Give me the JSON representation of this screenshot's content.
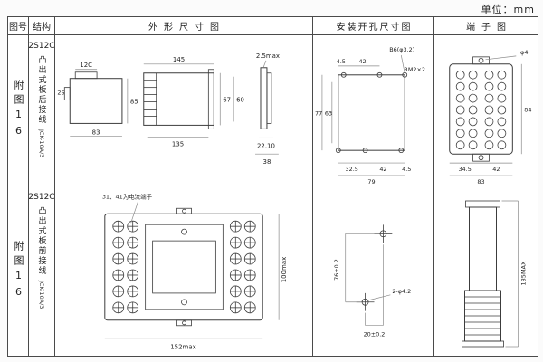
{
  "unit_label": "单位：mm",
  "headers": {
    "figure": "图号",
    "structure": "结构",
    "outline": "外形尺寸图",
    "install": "安装开孔尺寸图",
    "terminal": "端子图"
  },
  "rows": [
    {
      "figure": "附图16",
      "structure": {
        "model": "2S12C",
        "mount": "凸出式板后接线",
        "type": "JCK-10A/3"
      },
      "outline": {
        "front_top": "12C",
        "front_left": "2S",
        "front_right": "85",
        "front_bottom": "83",
        "side_top": "145",
        "side_bottom": "135",
        "side_h1": "67",
        "side_h2": "60",
        "profile_top": "2.5max",
        "profile_d1": "22.10",
        "profile_d2": "38"
      },
      "install": {
        "top1": "4.5",
        "top2": "42",
        "hole": "B6(φ3.2)",
        "thread": "RM2×2",
        "left1": "77",
        "left2": "63",
        "bot1": "32.5",
        "bot2": "42",
        "bot3": "4.5",
        "total": "79"
      },
      "terminal": {
        "hole": "φ4",
        "height": "84",
        "bot1": "34.5",
        "bot2": "42",
        "total": "83"
      }
    },
    {
      "figure": "附图16",
      "structure": {
        "model": "2S12C",
        "mount": "凸出式板前接线",
        "type": "JCK-10A/3"
      },
      "outline": {
        "note": "31、41为电流端子",
        "width": "152max",
        "height": "100max"
      },
      "install": {
        "vertical": "76±0.2",
        "hole": "2-φ4.2",
        "offset": "20±0.2"
      },
      "terminal": {
        "height": "185MAX"
      }
    }
  ]
}
